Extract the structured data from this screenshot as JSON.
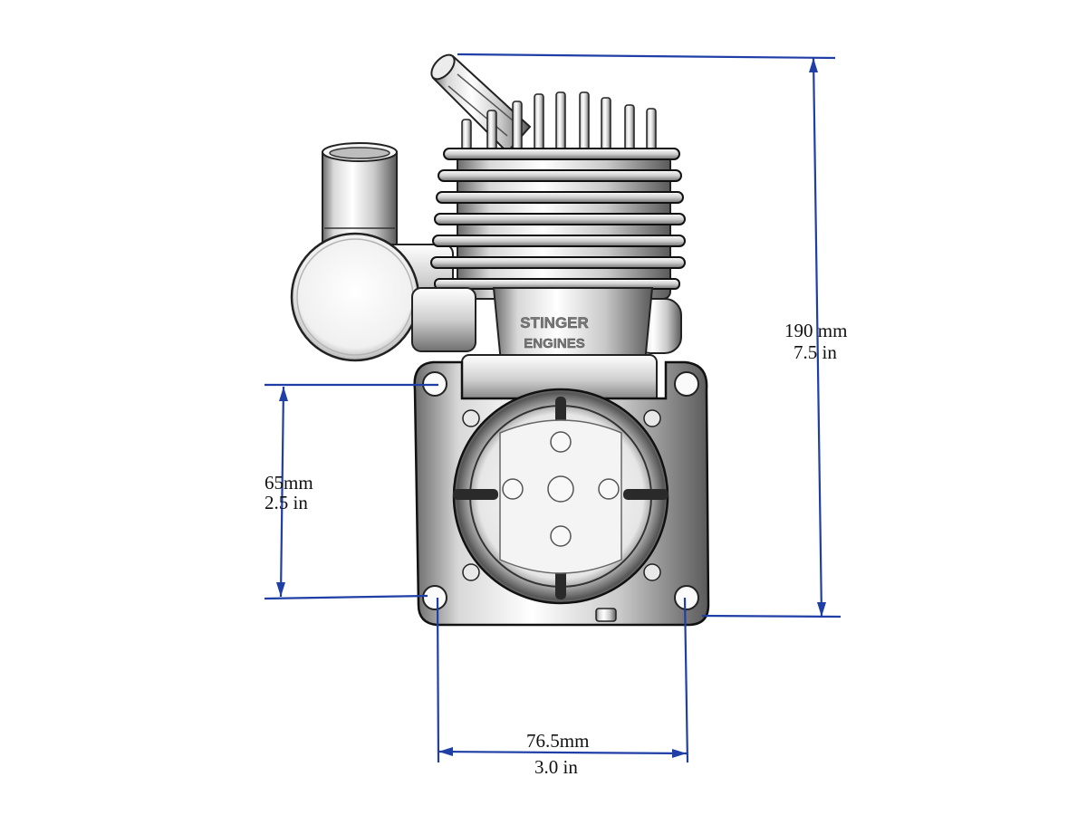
{
  "engine": {
    "brand_line1": "STINGER",
    "brand_line2": "ENGINES"
  },
  "dimensions": {
    "height": {
      "metric": "190 mm",
      "imperial": "7.5 in"
    },
    "mount_vertical": {
      "metric": "65mm",
      "imperial": "2.5 in"
    },
    "mount_horizontal": {
      "metric": "76.5mm",
      "imperial": "3.0 in"
    }
  },
  "colors": {
    "dimension_line": "#1f3fa6",
    "engine_light": "#f2f2f2",
    "engine_dark": "#2a2a2a",
    "background": "#ffffff"
  }
}
